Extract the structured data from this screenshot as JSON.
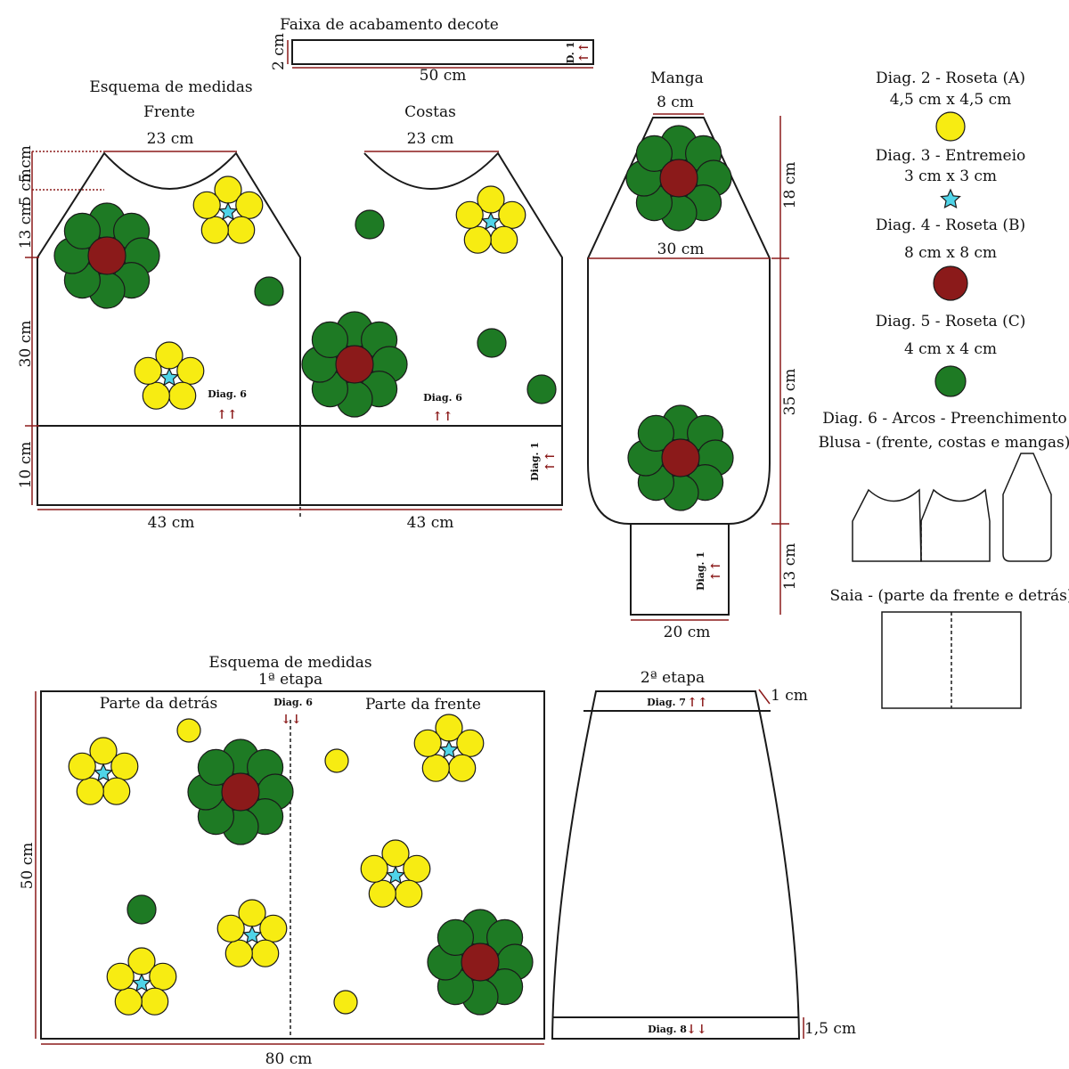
{
  "colors": {
    "yellow": "#f7ec12",
    "dark_green": "#1e7a24",
    "dark_red": "#8b1a1a",
    "cyan": "#4fd4e8",
    "outline": "#1a1a1a"
  },
  "neckband": {
    "title": "Faixa de acabamento decote",
    "height": "2 cm",
    "width": "50 cm",
    "diag": "D. 1",
    "arrows": "↑↑"
  },
  "blouse": {
    "title": "Esquema de medidas",
    "front": {
      "label": "Frente",
      "neck": "23 cm",
      "width": "43 cm",
      "diag6": "Diag. 6",
      "arrows": "↑↑"
    },
    "back": {
      "label": "Costas",
      "neck": "23 cm",
      "width": "43 cm",
      "diag6": "Diag. 6",
      "diag1": "Diag. 1",
      "arrows": "↑↑"
    },
    "heights": {
      "h5a": "5 cm",
      "h5b": "5 cm",
      "h13": "13 cm",
      "h30": "30 cm",
      "h10": "10 cm"
    }
  },
  "sleeve": {
    "title": "Manga",
    "top": "8 cm",
    "mid": "30 cm",
    "cuff": "20 cm",
    "h18": "18 cm",
    "h35": "35 cm",
    "h13": "13 cm",
    "diag1": "Diag. 1",
    "arrows": "↑↑"
  },
  "legend": {
    "d2_title": "Diag. 2 - Roseta (A)",
    "d2_size": "4,5 cm x 4,5 cm",
    "d3_title": "Diag. 3 - Entremeio",
    "d3_size": "3 cm x 3 cm",
    "d4_title": "Diag. 4 - Roseta (B)",
    "d4_size": "8 cm x 8 cm",
    "d5_title": "Diag. 5 - Roseta (C)",
    "d5_size": "4 cm x 4 cm",
    "d6_line1": "Diag. 6 - Arcos - Preenchimento -",
    "d6_line2": "Blusa - (frente, costas e mangas)",
    "skirt_title": "Saia - (parte da frente e detrás)"
  },
  "skirt1": {
    "title": "Esquema de medidas",
    "stage": "1ª etapa",
    "back_label": "Parte da detrás",
    "front_label": "Parte da frente",
    "diag6": "Diag. 6",
    "arrows": "↓↓",
    "height": "50 cm",
    "width": "80 cm"
  },
  "skirt2": {
    "stage": "2ª etapa",
    "diag7": "Diag. 7",
    "arrows7": "↑↑",
    "diag8": "Diag. 8",
    "arrows8": "↓↓",
    "h1": "1 cm",
    "h15": "1,5 cm"
  }
}
